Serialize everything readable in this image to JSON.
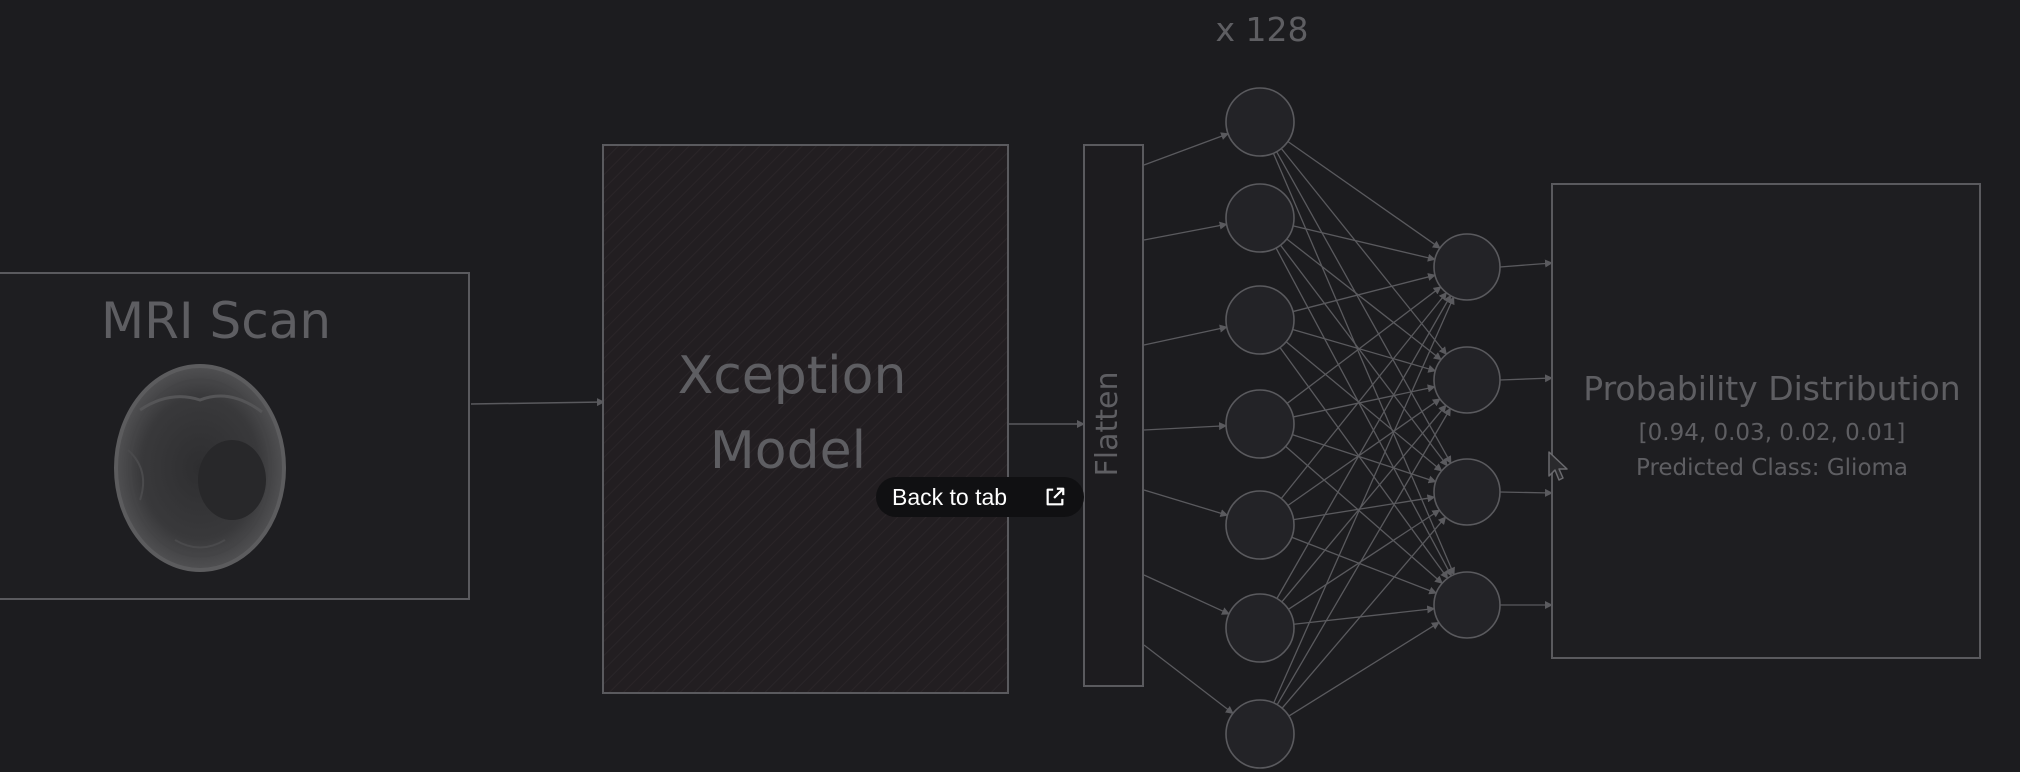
{
  "multiplier_label": "x 128",
  "mri_block": {
    "title": "MRI Scan"
  },
  "xception_block": {
    "line1": "Xception",
    "line2": "Model"
  },
  "flatten_block": {
    "label": "Flatten"
  },
  "output_block": {
    "title": "Probability Distribution",
    "values": "[0.94, 0.03, 0.02, 0.01]",
    "prediction": "Predicted Class: Glioma"
  },
  "overlay": {
    "back_to_tab_label": "Back to tab"
  },
  "colors": {
    "background": "#1c1c1f",
    "stroke": "#5a5a5e",
    "text": "#5e5e62",
    "node_fill": "#232327",
    "xception_fill": "#221e21"
  },
  "icons": [
    "external-link-icon",
    "mouse-pointer-icon"
  ]
}
